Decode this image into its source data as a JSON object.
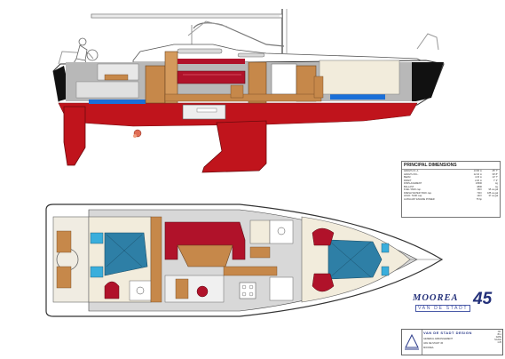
{
  "dimensions": {
    "title": "PRINCIPAL DIMENSIONS",
    "rows": [
      {
        "label": "LENGTH O. A.",
        "value": "13.90 m",
        "unit": "45' 7\""
      },
      {
        "label": "LENGTH W.L.",
        "value": "12.10 m",
        "unit": "39' 8\""
      },
      {
        "label": "BEAM",
        "value": "4.15 m",
        "unit": "13' 7\""
      },
      {
        "label": "DRAFT",
        "value": "2.20 m",
        "unit": "7' 3\""
      },
      {
        "label": "DISPLACEMENT",
        "value": "13500",
        "unit": "kg"
      },
      {
        "label": "BALLAST",
        "value": "4800",
        "unit": "kg"
      },
      {
        "label": "",
        "value": "",
        "unit": ""
      },
      {
        "label": "FUEL TANK cap.",
        "value": "360 l",
        "unit": "95 us gal"
      },
      {
        "label": "FRESH WATER TANK cap.",
        "value": "700 l",
        "unit": "185 us gal"
      },
      {
        "label": "HOLD. TANK cap.",
        "value": "140 l",
        "unit": "37 us gal"
      },
      {
        "label": "AUXILIARY ENGINE POWER",
        "value": "75 hp",
        "unit": ""
      }
    ]
  },
  "brand": {
    "name": "MOOREA",
    "subtitle": "VAN DE STADT",
    "number": "45"
  },
  "title_block": {
    "firm": "VAN DE STADT DESIGN",
    "line1": "GENERAL ARRANGEMENT",
    "line2": "VAN DE STADT 45",
    "line3": "MOOREA",
    "meta": [
      "NO.",
      "45-1",
      "DATE",
      "SCALE",
      "1:25"
    ]
  },
  "colors": {
    "hull_red": "#c0141c",
    "teak": "#c6884a",
    "upholstery_red": "#b0122a",
    "blue_stripe": "#1a6fd8",
    "bunk_blue": "#2e7fa6",
    "bunk_light": "#3aaedc",
    "bulkhead_grey": "#9a9a9a",
    "sole_grey": "#d8d8d8",
    "hull_black": "#111111",
    "brand_navy": "#23307a"
  }
}
